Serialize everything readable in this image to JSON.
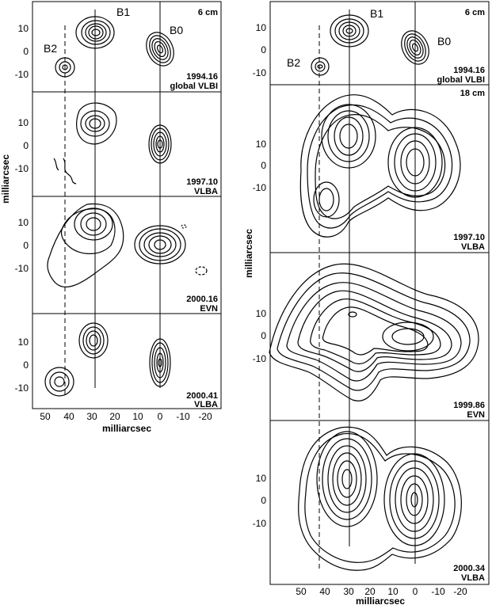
{
  "left_figure": {
    "x_axis_label": "milliarcsec",
    "y_axis_label": "milliarcsec",
    "x_ticks": [
      "50",
      "40",
      "30",
      "20",
      "10",
      "0",
      "-10",
      "-20"
    ],
    "panels": [
      {
        "band": "6 cm",
        "epoch": "1994.16",
        "array": "global VLBI",
        "y_ticks": [
          "10",
          "0",
          "-10"
        ],
        "components": [
          "B1",
          "B2",
          "B0"
        ]
      },
      {
        "band": "",
        "epoch": "1997.10",
        "array": "VLBA",
        "y_ticks": [
          "10",
          "0",
          "-10"
        ]
      },
      {
        "band": "",
        "epoch": "2000.16",
        "array": "EVN",
        "y_ticks": [
          "10",
          "0",
          "-10"
        ]
      },
      {
        "band": "",
        "epoch": "2000.41",
        "array": "VLBA",
        "y_ticks": [
          "10",
          "0",
          "-10"
        ]
      }
    ]
  },
  "right_figure": {
    "x_axis_label": "milliarcsec",
    "y_axis_label": "milliarcsec",
    "x_ticks": [
      "50",
      "40",
      "30",
      "20",
      "10",
      "0",
      "-10",
      "-20"
    ],
    "panels": [
      {
        "band": "6 cm",
        "epoch": "1994.16",
        "array": "global VLBI",
        "y_ticks": [
          "10",
          "0",
          "-10"
        ],
        "components": [
          "B1",
          "B2",
          "B0"
        ]
      },
      {
        "band": "18 cm",
        "epoch": "1997.10",
        "array": "VLBA",
        "y_ticks": [
          "10",
          "0",
          "-10"
        ]
      },
      {
        "band": "",
        "epoch": "1999.86",
        "array": "EVN",
        "y_ticks": [
          "10",
          "0",
          "-10"
        ]
      },
      {
        "band": "",
        "epoch": "2000.34",
        "array": "VLBA",
        "y_ticks": [
          "10",
          "0",
          "-10"
        ]
      }
    ]
  }
}
